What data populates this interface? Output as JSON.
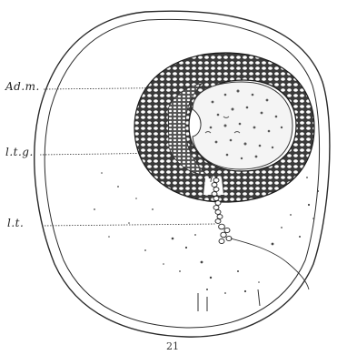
{
  "figure": {
    "number": "21",
    "labels": {
      "adm": "Ad.m.",
      "ltg": "l.t.g.",
      "lt": "l.t."
    }
  },
  "colors": {
    "ink": "#2a2a2a",
    "stipple": "#1a1a1a",
    "paper": "#ffffff"
  }
}
